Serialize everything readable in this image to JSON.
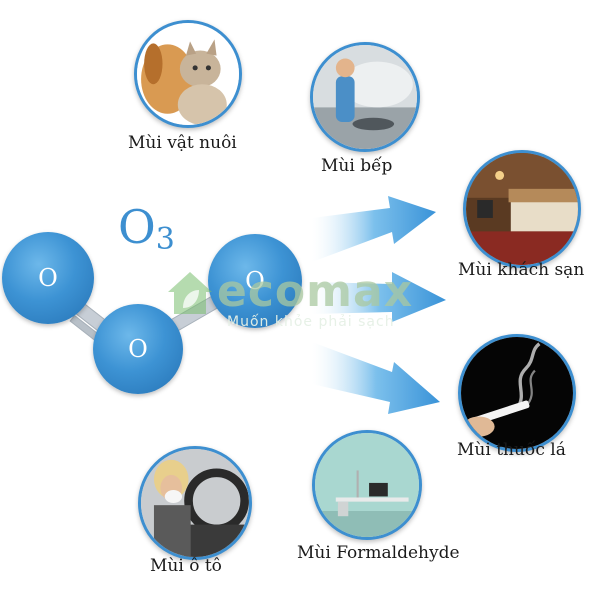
{
  "molecule": {
    "formula_main": "O",
    "formula_sub": "3",
    "atoms": [
      "O",
      "O",
      "O"
    ]
  },
  "watermark": {
    "brand": "ecomax",
    "slogan": "Muốn khỏe phải sạch"
  },
  "odors": [
    {
      "label": "Mùi vật nuôi",
      "image": "pets-dog-cat"
    },
    {
      "label": "Mùi bếp",
      "image": "kitchen-cooking"
    },
    {
      "label": "Mùi khách sạn",
      "image": "hotel-room"
    },
    {
      "label": "Mùi thuốc lá",
      "image": "cigarette-smoke"
    },
    {
      "label": "Mùi Formaldehyde",
      "image": "office-room"
    },
    {
      "label": "Mùi ô tô",
      "image": "car-interior"
    }
  ],
  "colors": {
    "accent": "#3d8fd0",
    "arrow": "#4aa3de"
  }
}
